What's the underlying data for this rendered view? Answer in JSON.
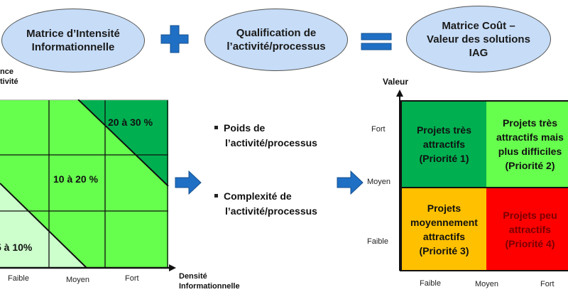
{
  "header": {
    "ellipse_1": "Matrice d’Intensité Informationnelle",
    "ellipse_2": "Qualification de l’activité/processus",
    "ellipse_3": "Matrice Coût – Valeur des solutions IAG",
    "operator_plus": "plus-icon",
    "operator_equals": "equals-icon"
  },
  "left_matrix": {
    "y_axis_label_line1": "nce",
    "y_axis_label_line2": "tivité",
    "x_axis_label_line1": "Densité",
    "x_axis_label_line2": "Informationnelle",
    "x_ticks": [
      "Faible",
      "Moyen",
      "Fort"
    ],
    "zones": [
      {
        "label": "20 à 30 %",
        "color": "#00b050"
      },
      {
        "label": "10 à 20 %",
        "color": "#66ff4d"
      },
      {
        "label": "5 à 10%",
        "color": "#ccffcc"
      }
    ],
    "grid_color": "#111111"
  },
  "middle": {
    "bullets": [
      {
        "line1": "Poids de",
        "line2": "l’activité/processus"
      },
      {
        "line1": "Complexité de",
        "line2": "l’activité/processus"
      }
    ],
    "arrow_color": "#1f6fc5"
  },
  "right_matrix": {
    "y_axis_label": "Valeur",
    "y_ticks": [
      "Fort",
      "Moyen",
      "Faible"
    ],
    "x_ticks": [
      "Faible",
      "Moyen",
      "Fort"
    ],
    "quadrants": [
      {
        "lines": [
          "Projets très",
          "attractifs",
          "(Priorité 1)"
        ],
        "color": "#00b050",
        "text_color": "#111111"
      },
      {
        "lines": [
          "Projets très",
          "attractifs mais",
          "plus difficiles",
          "(Priorité 2)"
        ],
        "color": "#66ff4d",
        "text_color": "#111111"
      },
      {
        "lines": [
          "Projets",
          "moyennement",
          "attractifs",
          "(Priorité 3)"
        ],
        "color": "#ffc000",
        "text_color": "#111111"
      },
      {
        "lines": [
          "Projets peu",
          "attractifs",
          "(Priorité 4)"
        ],
        "color": "#ff0000",
        "text_color": "#7a0000"
      }
    ]
  }
}
